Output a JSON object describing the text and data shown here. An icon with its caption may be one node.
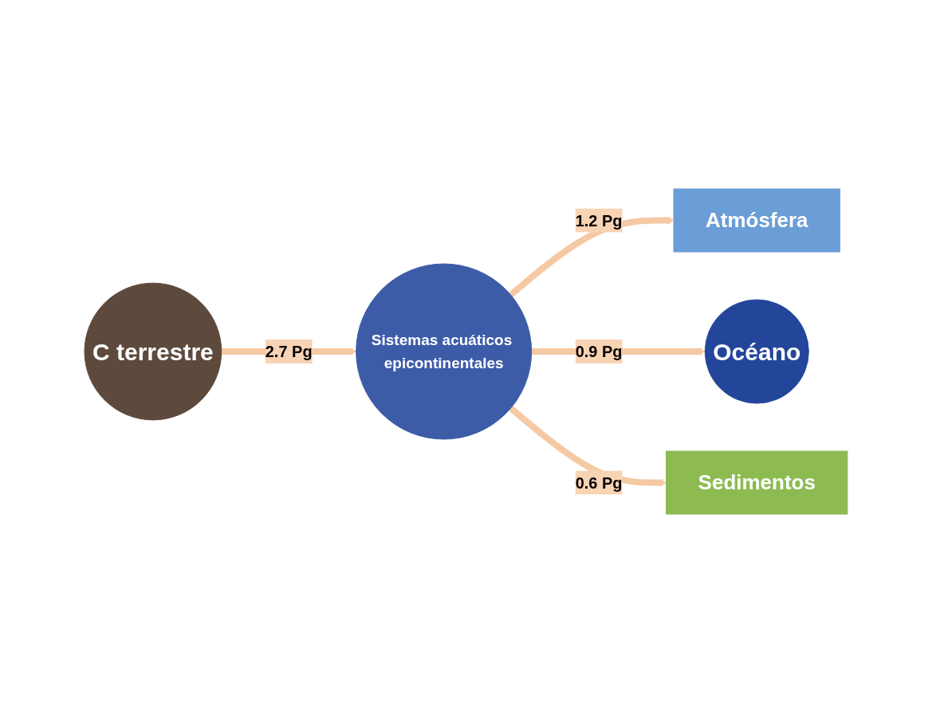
{
  "diagram": {
    "nodes": [
      {
        "text": [
          "Atmósfera"
        ]
      },
      {
        "text": [
          "C terrestre"
        ]
      },
      {
        "text": [
          "Sistemas acuáticos epicontinentales"
        ]
      },
      {
        "text": [
          "Océano"
        ]
      },
      {
        "text": [
          "Sedimentos"
        ]
      }
    ],
    "edges": [
      {
        "from": 1,
        "to": 2,
        "arrow": "to",
        "label": "2.7 Pg"
      },
      {
        "from": 2,
        "to": 0,
        "arrow": "to",
        "label": "1.2 Pg"
      },
      {
        "from": 2,
        "to": 3,
        "arrow": "to",
        "label": "0.9 Pg"
      },
      {
        "from": 2,
        "to": 4,
        "arrow": "to",
        "label": "0.6 Pg"
      }
    ]
  }
}
